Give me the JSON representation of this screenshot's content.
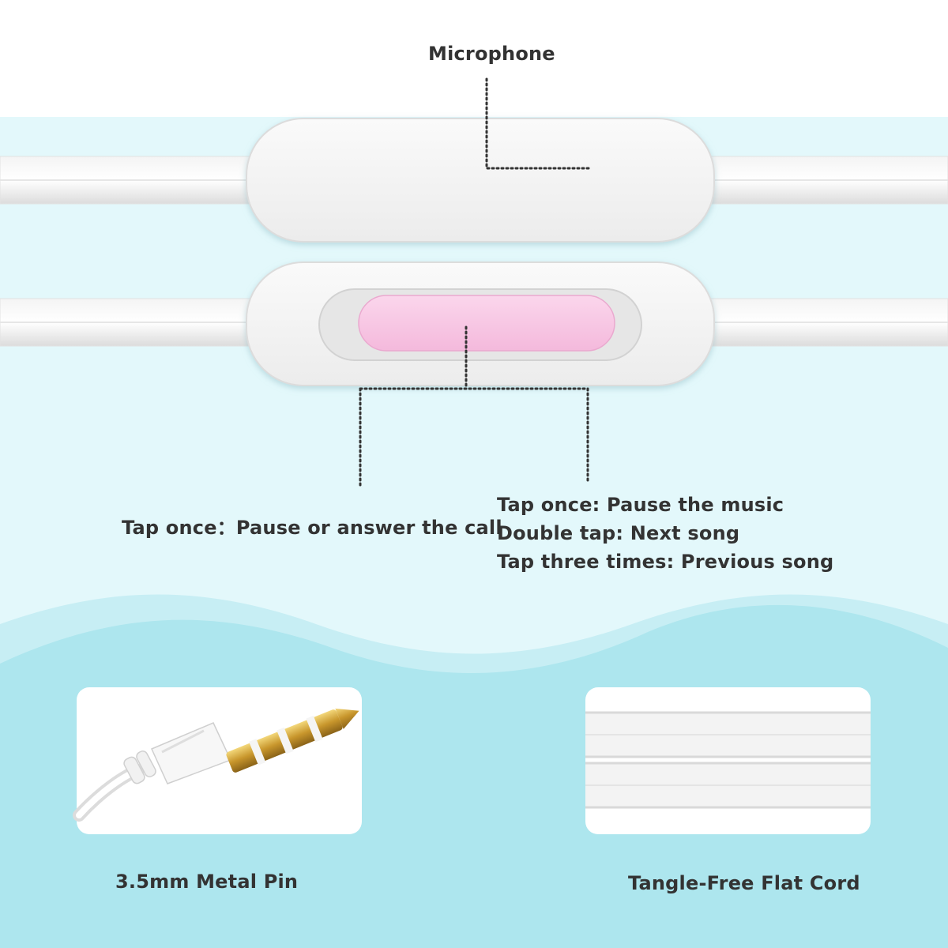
{
  "callouts": {
    "microphone": "Microphone",
    "call_button": "Tap once：Pause or answer the call",
    "music_controls": [
      "Tap once: Pause the music",
      "Double tap: Next song",
      "Tap three times: Previous song"
    ]
  },
  "features": {
    "pin": "3.5mm Metal Pin",
    "cord": "Tangle-Free Flat Cord"
  },
  "colors": {
    "upper_background": "#e3f8fb",
    "lower_background": "#ade6ee",
    "button_pink": "#f9c9e6",
    "gold_pin": "#d7a83a"
  }
}
